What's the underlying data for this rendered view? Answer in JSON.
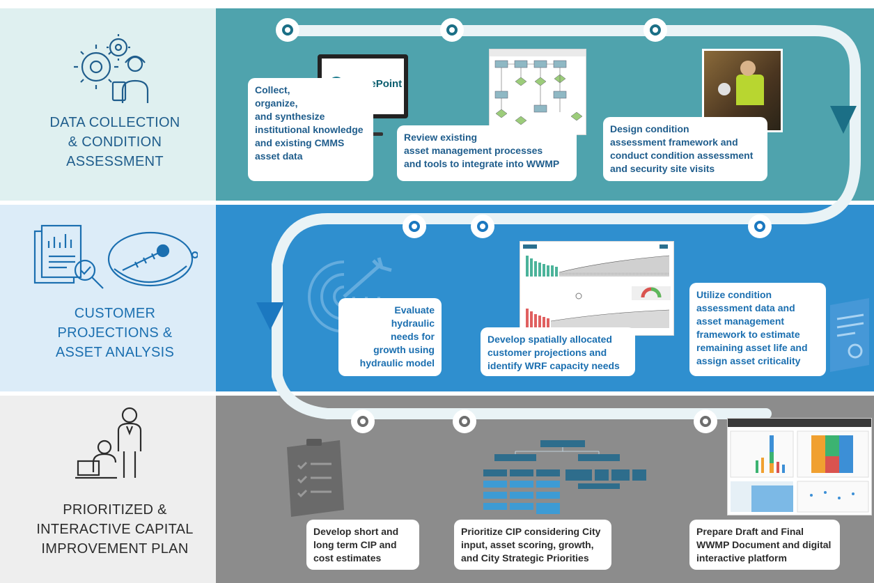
{
  "caption": "",
  "colors": {
    "band1_left": "#dff0f0",
    "band1_right": "#4fa3ad",
    "band2_left": "#dcecf8",
    "band2_right": "#2f8fcf",
    "band3_left": "#eeeeee",
    "band3_right": "#8c8c8c",
    "path": "#e9f3f6",
    "accent_teal": "#1b6f86",
    "accent_blue": "#1b78c0",
    "accent_gray": "#6e6e6e"
  },
  "bands": [
    {
      "label_lines": [
        "DATA COLLECTION",
        "& CONDITION",
        "ASSESSMENT"
      ],
      "icon": "gears-worker-icon",
      "steps": [
        {
          "text_lines": [
            "Collect,",
            "organize,",
            "and synthesize",
            "institutional knowledge",
            "and existing CMMS",
            "asset data"
          ],
          "image": "sharepoint-monitor-image",
          "image_text": "SharePoint"
        },
        {
          "text_lines": [
            "Review existing",
            "asset management processes",
            "and tools to integrate into WWMP"
          ],
          "image": "process-flowchart-image"
        },
        {
          "text_lines": [
            "Design condition",
            "assessment framework and",
            "conduct condition assessment",
            "and security site visits"
          ],
          "image": "site-visit-photo"
        }
      ]
    },
    {
      "label_lines": [
        "CUSTOMER",
        "PROJECTIONS &",
        "ASSET ANALYSIS"
      ],
      "icon": "report-magnifier-icon",
      "steps": [
        {
          "text_lines": [
            "Evaluate",
            "hydraulic",
            "needs for",
            "growth using",
            "hydraulic model"
          ],
          "image": "target-icon"
        },
        {
          "text_lines": [
            "Develop spatially allocated",
            "customer projections and",
            "identify WRF capacity needs"
          ],
          "image": "capacity-dashboard-image"
        },
        {
          "text_lines": [
            "Utilize condition",
            "assessment data and",
            "asset management",
            "framework to estimate",
            "remaining asset life and",
            "assign asset criticality"
          ],
          "image": "certificate-icon"
        }
      ]
    },
    {
      "label_lines": [
        "PRIORITIZED &",
        "INTERACTIVE CAPITAL",
        "IMPROVEMENT PLAN"
      ],
      "icon": "team-meeting-icon",
      "steps": [
        {
          "text_lines": [
            "Develop short and",
            "long term CIP and",
            "cost estimates"
          ],
          "image": "checklist-clipboard-icon"
        },
        {
          "text_lines": [
            "Prioritize CIP considering City",
            "input, asset scoring, growth,",
            "and City Strategic Priorities"
          ],
          "image": "prioritization-tree-image"
        },
        {
          "text_lines": [
            "Prepare Draft and Final",
            "WWMP Document and digital",
            "interactive platform"
          ],
          "image": "interactive-dashboard-image"
        }
      ]
    }
  ]
}
